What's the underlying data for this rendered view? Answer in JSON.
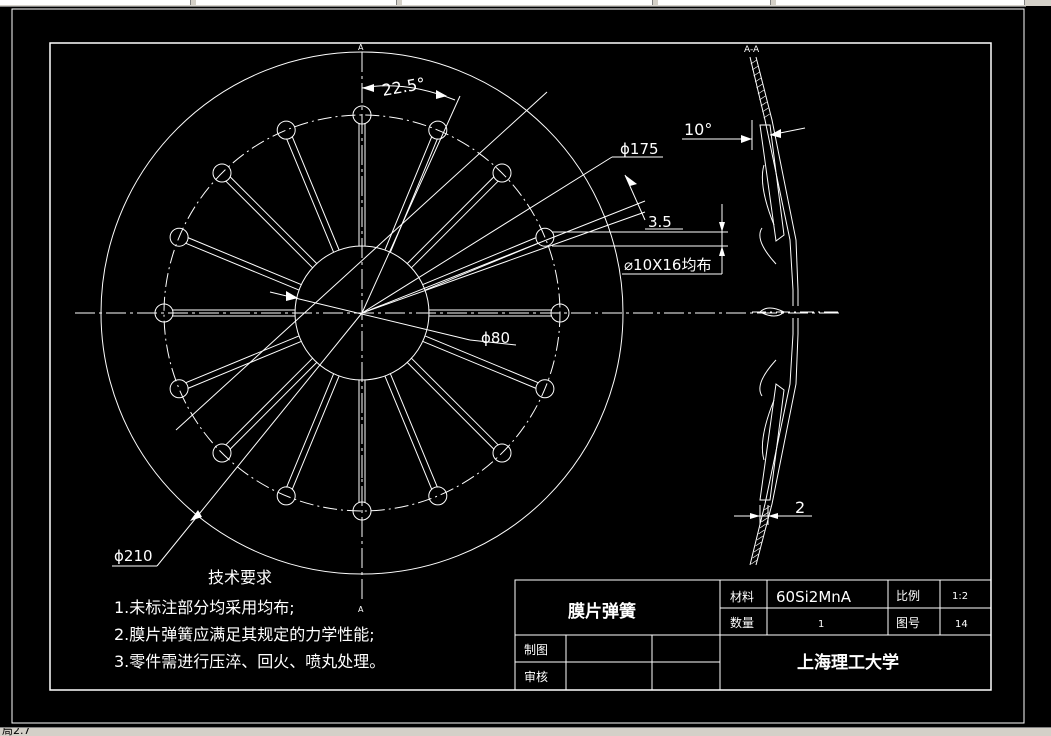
{
  "drawing": {
    "section_mark": "A",
    "section_label": "A-A",
    "dimensions": {
      "angle_spacing": "22.5°",
      "dia_175": "ϕ175",
      "dia_210": "ϕ210",
      "dia_80": "ϕ80",
      "slot_width": "3.5",
      "holes": "⌀10X16均布",
      "bevel_angle": "10°",
      "thickness": "2"
    }
  },
  "tech_requirements": {
    "title": "技术要求",
    "items": [
      "1.未标注部分均采用均布;",
      "2.膜片弹簧应满足其规定的力学性能;",
      "3.零件需进行压淬、回火、喷丸处理。"
    ]
  },
  "title_block": {
    "part_name": "膜片弹簧",
    "material_label": "材料",
    "material_value": "60Si2MnA",
    "scale_label": "比例",
    "scale_value": "1:2",
    "quantity_label": "数量",
    "quantity_value": "1",
    "drawing_no_label": "图号",
    "drawing_no_value": "14",
    "drawn_label": "制图",
    "checked_label": "审核",
    "organization": "上海理工大学"
  },
  "status_bar": {
    "text": "局2.7"
  },
  "colors": {
    "background": "#000000",
    "line": "#ffffff",
    "ui_chrome": "#d4d0c8"
  }
}
